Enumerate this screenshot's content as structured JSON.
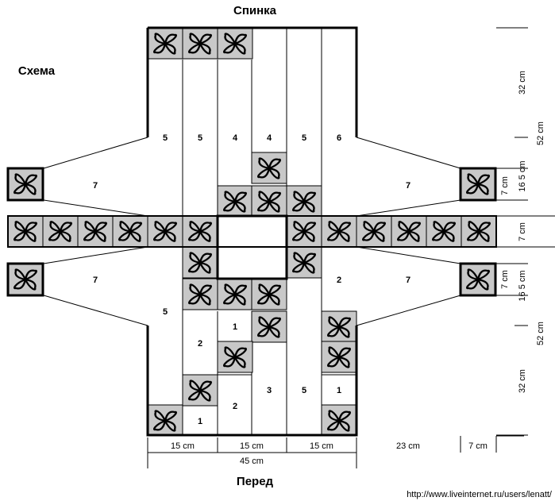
{
  "labels": {
    "top": "Спинка",
    "bottom": "Перед",
    "scheme": "Схема"
  },
  "strip_numbers": {
    "back": [
      "5",
      "5",
      "4",
      "4",
      "5",
      "6"
    ],
    "sleeve": "7",
    "front": [
      "5",
      "2",
      "1",
      "2",
      "3",
      "5",
      "2",
      "1",
      "1"
    ]
  },
  "dimensions": {
    "bottom": [
      "15 cm",
      "15 cm",
      "15 cm"
    ],
    "total": "45 cm",
    "sleeve_length": "23 cm",
    "cuff": "7 cm",
    "right_side": [
      "32 cm",
      "52 cm",
      "16 5 cm",
      "7 cm",
      "7 cm",
      "7 cm",
      "16 5 cm",
      "52 cm",
      "32 cm"
    ]
  },
  "watermark": "http://www.liveinternet.ru/users/lenatt/",
  "colors": {
    "motif_fill": "#c8c8c8",
    "line": "#000000"
  },
  "motif_icon": "four-petal-flower-icon"
}
